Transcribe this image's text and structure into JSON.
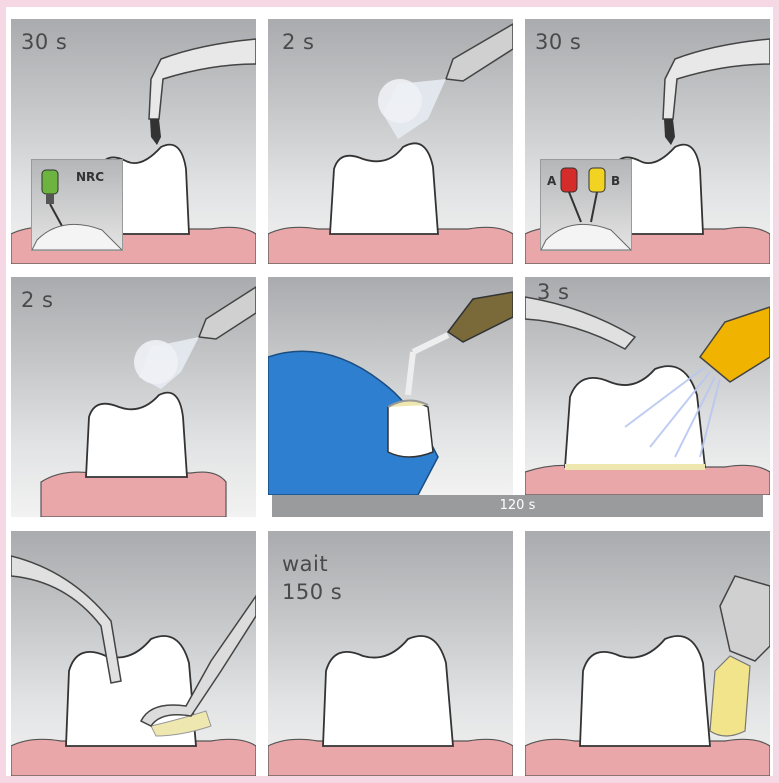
{
  "steps": [
    {
      "label": "30 s",
      "inset_label": "NRC"
    },
    {
      "label": "2 s"
    },
    {
      "label": "30 s",
      "inset_label_a": "A",
      "inset_label_b": "B"
    },
    {
      "label": "2 s"
    },
    {
      "label": ""
    },
    {
      "label": "3 s"
    },
    {
      "label": ""
    },
    {
      "label_line1": "wait",
      "label_line2": "150 s"
    },
    {
      "label": ""
    }
  ],
  "timeline_bar": {
    "label": "120 s"
  },
  "colors": {
    "background_pink": "#f6d7e4",
    "gum": "#e9a7a9",
    "tooth": "#ffffff",
    "glove": "#2f7fd0",
    "lamp": "#f0b400",
    "cement": "#eee8b0"
  }
}
